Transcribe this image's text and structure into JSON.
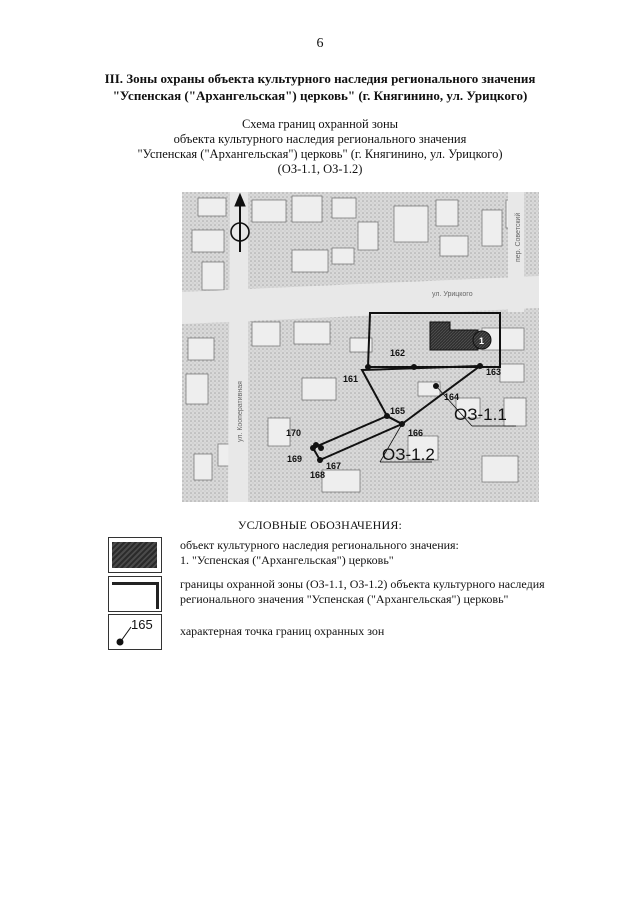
{
  "page": {
    "number": "6"
  },
  "section": {
    "title_line1": "III. Зоны охраны объекта культурного наследия регионального значения",
    "title_line2": "\"Успенская (\"Архангельская\") церковь\" (г. Княгинино, ул. Урицкого)"
  },
  "scheme": {
    "line1": "Схема границ охранной зоны",
    "line2": "объекта культурного  наследия регионального значения",
    "line3": "\"Успенская  (\"Архангельская\")  церковь\" (г. Княгинино, ул. Урицкого)",
    "line4": "(ОЗ-1.1, ОЗ-1.2)"
  },
  "map": {
    "streets": {
      "uritskogo": "ул. Урицкого",
      "kooperativnaya": "ул. Кооперативная",
      "sovetsky": "пер. Советский"
    },
    "object_number": "1",
    "zones": {
      "oz11": "ОЗ-1.1",
      "oz12": "ОЗ-1.2"
    },
    "points": {
      "p161": "161",
      "p162": "162",
      "p163": "163",
      "p164": "164",
      "p165": "165",
      "p166": "166",
      "p167": "167",
      "p168": "168",
      "p169": "169",
      "p170": "170"
    }
  },
  "legend": {
    "heading": "УСЛОВНЫЕ ОБОЗНАЧЕНИЯ:",
    "item1_line1": "объект культурного  наследия регионального значения:",
    "item1_line2": "1. \"Успенская  (\"Архангельская\")  церковь\"",
    "item2_line1": "границы  охранной  зоны  (ОЗ-1.1,  ОЗ-1.2)  объекта культурного  наследия",
    "item2_line2": "регионального значения \"Успенская  (\"Архангельская\")  церковь\"",
    "item3_sample_number": "165",
    "item3_text": "характерная точка границ охранных зон"
  }
}
